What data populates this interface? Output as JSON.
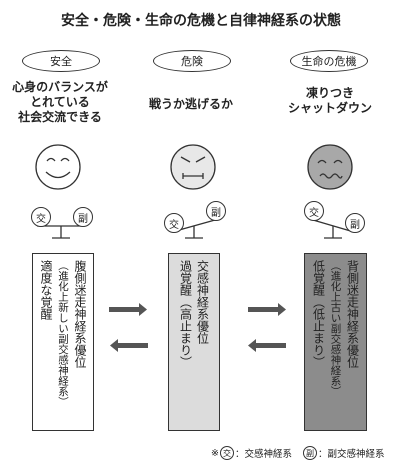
{
  "title": "安全・危険・生命の危機と自律神経系の状態",
  "columns": [
    {
      "state": "安全",
      "headline": [
        "心身のバランスが",
        "とれている",
        "社会交流できる"
      ],
      "box_lines": [
        "腹側迷走神経系優位",
        "（進化上新しい副交感神経系）",
        "適度な覚醒"
      ]
    },
    {
      "state": "危険",
      "headline": [
        "戦うか逃げるか"
      ],
      "box_lines": [
        "交感神経系優位",
        "過覚醒（高止まり）"
      ]
    },
    {
      "state": "生命の危機",
      "headline": [
        "凍りつき",
        "シャットダウン"
      ],
      "box_lines": [
        "背側迷走神経系優位",
        "（進化上古い副交感神経系）",
        "低覚醒（低止まり）"
      ]
    }
  ],
  "scale": {
    "sympathetic": "交",
    "parasympathetic": "副"
  },
  "footnote": {
    "prefix": "※",
    "sym_label": "交",
    "sym_text": "：交感神経系",
    "para_label": "副",
    "para_text": "：副交感神経系"
  },
  "colors": {
    "box_safe": "#ffffff",
    "box_danger": "#dcdcdc",
    "box_crisis": "#8c8c8c",
    "face_safe": "#ffffff",
    "face_danger": "#e8e8e8",
    "face_crisis": "#a8a8a8",
    "arrow": "#555555"
  }
}
